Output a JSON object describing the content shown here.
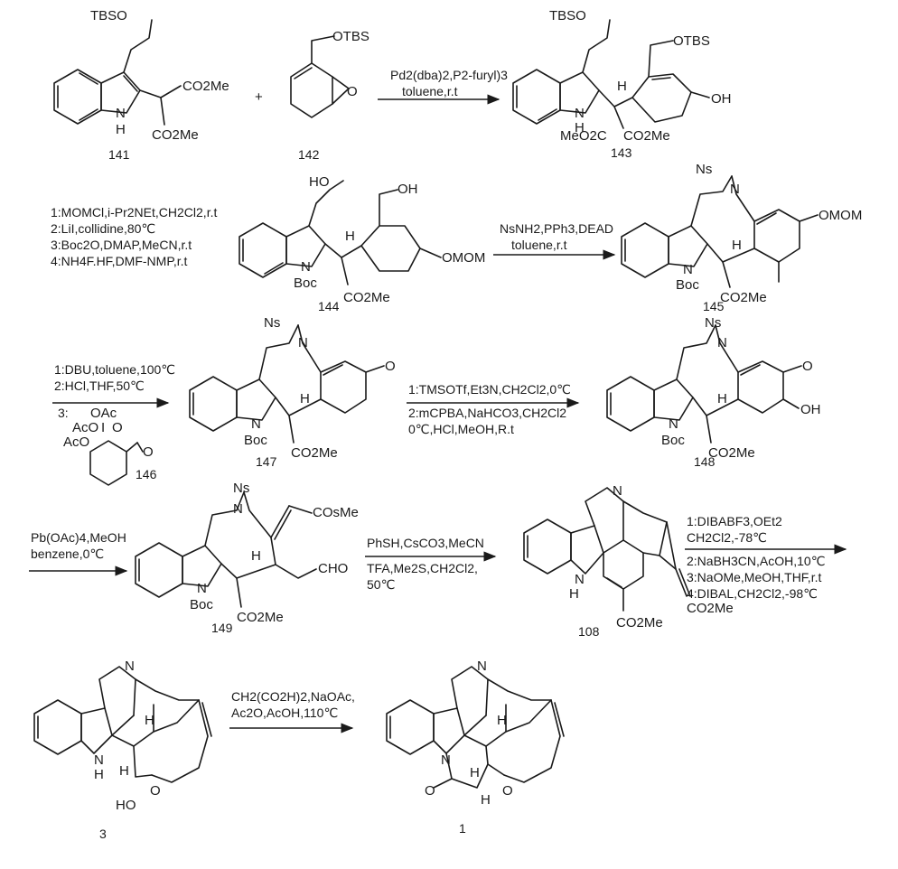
{
  "compounds": [
    {
      "id": "141",
      "number": "141",
      "groups": [
        "TBSO",
        "N",
        "H",
        "CO2Me",
        "CO2Me"
      ]
    },
    {
      "id": "142",
      "number": "142",
      "groups": [
        "OTBS",
        "O"
      ]
    },
    {
      "id": "143",
      "number": "143",
      "groups": [
        "TBSO",
        "OTBS",
        "H",
        "OH",
        "N",
        "H",
        "MeO2C",
        "CO2Me"
      ]
    },
    {
      "id": "144",
      "number": "144",
      "groups": [
        "HO",
        "OH",
        "H",
        "N",
        "Boc",
        "OMOM",
        "CO2Me"
      ]
    },
    {
      "id": "145",
      "number": "145",
      "groups": [
        "Ns",
        "N",
        "OMOM",
        "H",
        "N",
        "Boc",
        "CO2Me"
      ]
    },
    {
      "id": "146",
      "number": "146",
      "groups": [
        "3:",
        "OAc",
        "AcO",
        "I",
        "O",
        "AcO",
        "O"
      ]
    },
    {
      "id": "147",
      "number": "147",
      "groups": [
        "Ns",
        "N",
        "O",
        "H",
        "N",
        "Boc",
        "CO2Me"
      ]
    },
    {
      "id": "148",
      "number": "148",
      "groups": [
        "Ns",
        "N",
        "O",
        "H",
        "OH",
        "N",
        "Boc",
        "CO2Me"
      ]
    },
    {
      "id": "149",
      "number": "149",
      "groups": [
        "Ns",
        "N",
        "COsMe",
        "H",
        "CHO",
        "N",
        "Boc",
        "CO2Me"
      ]
    },
    {
      "id": "108",
      "number": "108",
      "groups": [
        "N",
        "N",
        "H",
        "CO2Me",
        "CO2Me"
      ]
    },
    {
      "id": "3",
      "number": "3",
      "groups": [
        "N",
        "N",
        "H",
        "H",
        "H",
        "HO",
        "O"
      ]
    },
    {
      "id": "1",
      "number": "1",
      "groups": [
        "N",
        "N",
        "H",
        "H",
        "O",
        "O",
        "H"
      ]
    }
  ],
  "plus_sign": "+",
  "reactions": [
    {
      "id": "r1",
      "conditions": [
        "Pd2(dba)2,P2-furyl)3",
        "toluene,r.t"
      ]
    },
    {
      "id": "r2",
      "conditions": [
        "1:MOMCl,i-Pr2NEt,CH2Cl2,r.t",
        "2:LiI,collidine,80℃",
        "3:Boc2O,DMAP,MeCN,r.t",
        "4:NH4F.HF,DMF-NMP,r.t"
      ]
    },
    {
      "id": "r3",
      "conditions": [
        "NsNH2,PPh3,DEAD",
        "toluene,r.t"
      ]
    },
    {
      "id": "r4",
      "conditions": [
        "1:DBU,toluene,100℃",
        "2:HCl,THF,50℃"
      ]
    },
    {
      "id": "r5",
      "conditions": [
        "1:TMSOTf,Et3N,CH2Cl2,0℃",
        "2:mCPBA,NaHCO3,CH2Cl2",
        "0℃,HCl,MeOH,R.t"
      ]
    },
    {
      "id": "r6",
      "conditions": [
        "Pb(OAc)4,MeOH",
        "benzene,0℃"
      ]
    },
    {
      "id": "r7",
      "conditions": [
        "PhSH,CsCO3,MeCN",
        "TFA,Me2S,CH2Cl2,",
        "50℃"
      ]
    },
    {
      "id": "r8",
      "conditions": [
        "1:DIBABF3,OEt2",
        "CH2Cl2,-78℃",
        "2:NaBH3CN,AcOH,10℃",
        "3:NaOMe,MeOH,THF,r.t",
        "4:DIBAL,CH2Cl2,-98℃"
      ]
    },
    {
      "id": "r9",
      "conditions": [
        "CH2(CO2H)2,NaOAc,",
        "Ac2O,AcOH,110℃"
      ]
    }
  ]
}
